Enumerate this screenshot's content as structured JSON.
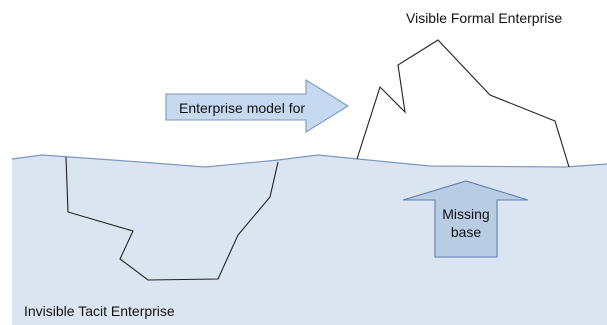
{
  "labels": {
    "visible_formal": "Visible Formal Enterprise",
    "invisible_tacit": "Invisible Tacit Enterprise",
    "model_arrow": "Enterprise model for",
    "missing_line1": "Missing",
    "missing_line2": "base"
  },
  "colors": {
    "water_fill": "#dbe5f1",
    "water_line": "#7c98c2",
    "arrow_fill": "#c6d9f1",
    "arrow_stroke": "#7c98c2",
    "up_arrow_fill": "#b8cce4",
    "up_arrow_stroke": "#5f7fb0",
    "outline": "#222222",
    "text": "#111111"
  }
}
